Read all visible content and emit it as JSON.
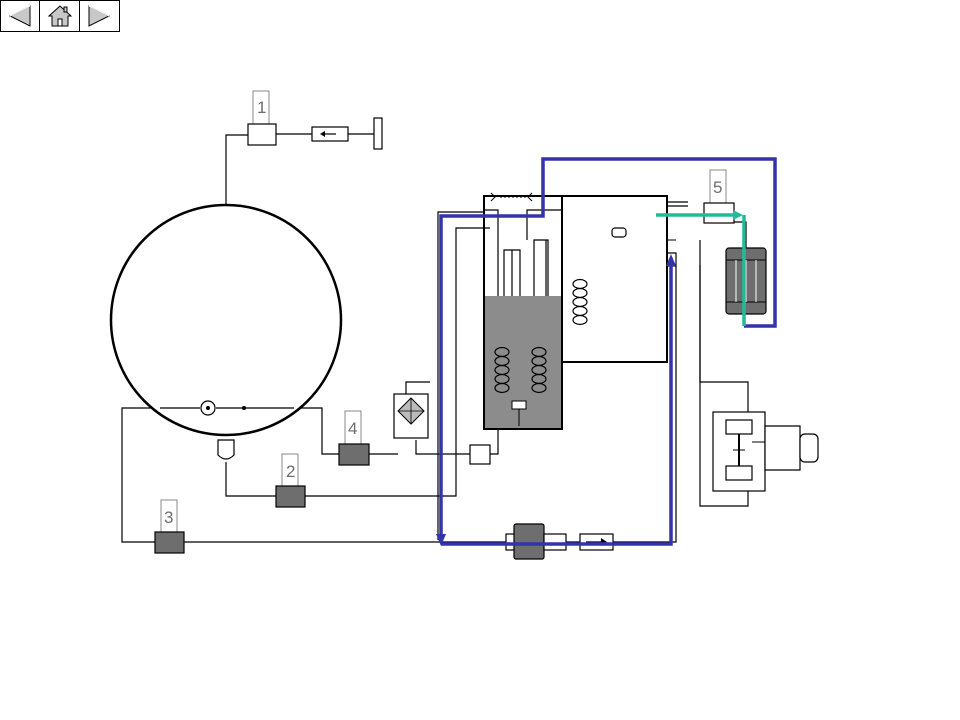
{
  "nav": {
    "back_icon": "triangle-left-icon",
    "home_icon": "home-icon",
    "forward_icon": "triangle-right-icon"
  },
  "diagram": {
    "labels": {
      "unit1": "1",
      "unit2": "2",
      "unit3": "3",
      "unit4": "4",
      "unit5": "5"
    },
    "colors": {
      "pipe": "#000000",
      "blue_loop": "#3333aa",
      "teal_line": "#22bb99",
      "liquid": "#8c8c8c",
      "device_dark": "#6e6e6e"
    }
  }
}
